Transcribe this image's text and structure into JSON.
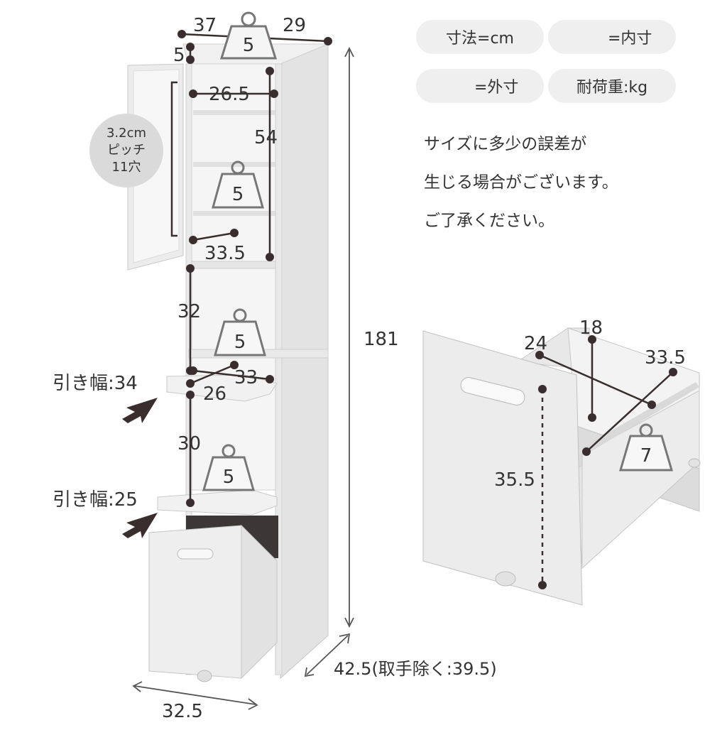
{
  "legend": {
    "unit": "寸法=cm",
    "inner": "=内寸",
    "outer": "=外寸",
    "load": "耐荷重:kg"
  },
  "notice": {
    "line1": "サイズに多少の誤差が",
    "line2": "生じる場合がございます。",
    "line3": "ご了承ください。"
  },
  "pitch_badge": {
    "line1": "3.2cm",
    "line2": "ピッチ",
    "line3": "11穴"
  },
  "cabinet": {
    "top_width_left": "37",
    "top_width_right": "29",
    "top_depth": "5",
    "shelf_inner_width": "26.5",
    "shelf_inner_height": "54",
    "shelf_inner_depth": "33.5",
    "middle_height": "32",
    "slide_depth": "33",
    "slide_width": "26",
    "lower_height": "30",
    "total_height": "181",
    "depth_label": "42.5(取手除く:39.5)",
    "width_label": "32.5",
    "pull_1": "引き幅:34",
    "pull_2": "引き幅:25",
    "load_top": "5",
    "load_upper": "5",
    "load_middle": "5",
    "load_lower": "5"
  },
  "drawer": {
    "inner_width": "24",
    "inner_depth_small": "18",
    "inner_depth": "33.5",
    "height": "35.5",
    "load": "7"
  },
  "colors": {
    "panel": "#e9e9e9",
    "panel_dark": "#d4d4d4",
    "inner": "#f4f4f4",
    "edge": "#b9b9b9",
    "dimension": "#3a2d2d",
    "text": "#333333",
    "pill": "#efefef"
  }
}
